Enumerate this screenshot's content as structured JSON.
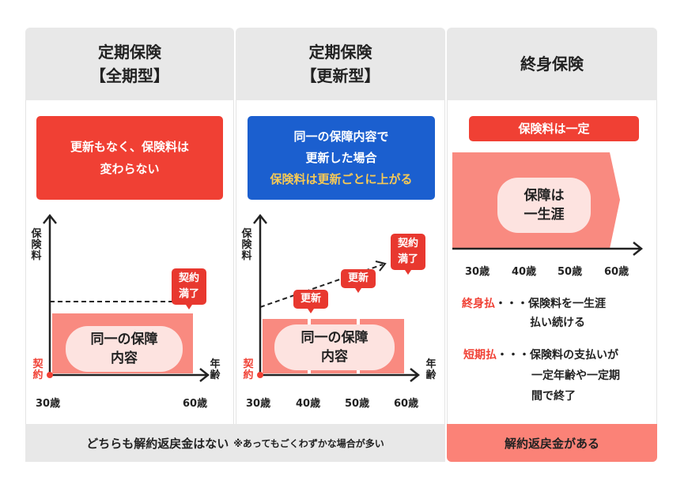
{
  "columns": [
    {
      "title_line1": "定期保険",
      "title_line2": "【全期型】",
      "banner_line1": "更新もなく、保険料は",
      "banner_line2": "変わらない",
      "y_axis_label": [
        "保",
        "険",
        "料"
      ],
      "x_axis_label": [
        "年",
        "齢"
      ],
      "contract_label": [
        "契",
        "約"
      ],
      "end_bubble": [
        "契約",
        "満了"
      ],
      "coverage_pill": [
        "同一の保障",
        "内容"
      ],
      "ticks": [
        "30歳",
        "60歳"
      ]
    },
    {
      "title_line1": "定期保険",
      "title_line2": "【更新型】",
      "banner_line1": "同一の保障内容で",
      "banner_line2": "更新した場合",
      "banner_line3": "保険料は更新ごとに上がる",
      "y_axis_label": [
        "保",
        "険",
        "料"
      ],
      "x_axis_label": [
        "年",
        "齢"
      ],
      "contract_label": [
        "契",
        "約"
      ],
      "renew_bubbles": [
        "更新",
        "更新"
      ],
      "end_bubble": [
        "契約",
        "満了"
      ],
      "coverage_pill": [
        "同一の保障",
        "内容"
      ],
      "ticks": [
        "30歳",
        "40歳",
        "50歳",
        "60歳"
      ]
    },
    {
      "title": "終身保険",
      "banner": "保険料は一定",
      "coverage_pill": [
        "保障は",
        "一生涯"
      ],
      "ticks": [
        "30歳",
        "40歳",
        "50歳",
        "60歳"
      ],
      "notes": [
        {
          "term": "終身払",
          "dots": "・・・",
          "lines": [
            "保険料を一生涯",
            "払い続ける"
          ]
        },
        {
          "term": "短期払",
          "dots": "・・・",
          "lines": [
            "保険料の支払いが",
            "一定年齢や一定期",
            "間で終了"
          ]
        }
      ]
    }
  ],
  "footer": {
    "left_main": "どちらも解約返戻金はない",
    "left_note": "※あってもごくわずかな場合が多い",
    "right": "解約返戻金がある"
  },
  "colors": {
    "red": "#f04034",
    "blue": "#1b5fcf",
    "yellow": "#f6c955",
    "pink": "#f98a80",
    "pill": "#fde3e0",
    "header_gray": "#e8e8e8"
  }
}
